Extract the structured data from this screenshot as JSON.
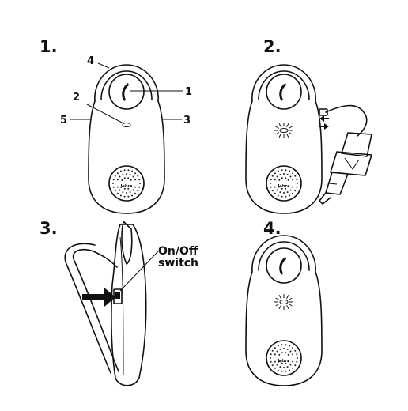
{
  "panels": [
    {
      "step": "1.",
      "callouts": [
        "1",
        "2",
        "3",
        "4",
        "5"
      ],
      "brand": "Jabra"
    },
    {
      "step": "2.",
      "brand": "Jabra"
    },
    {
      "step": "3.",
      "switch_line1": "On/Off",
      "switch_line2": "switch"
    },
    {
      "step": "4.",
      "brand": "Jabra"
    }
  ]
}
